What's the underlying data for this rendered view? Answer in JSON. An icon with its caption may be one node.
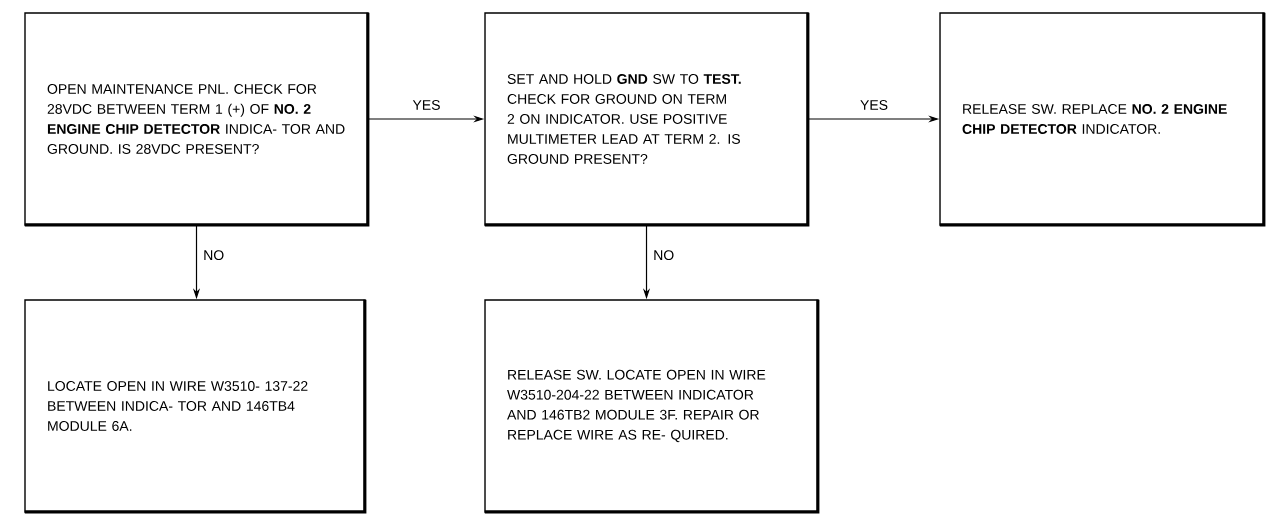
{
  "diagram": {
    "nodes": [
      {
        "text": [
          "OPEN MAINTENANCE PNL. CHECK FOR 28VDC BETWEEN TERM 1 (+) OF **NO. 2 ENGINE CHIP DETECTOR** INDICA- TOR AND GROUND. IS 28VDC PRESENT?"
        ]
      },
      {
        "text": [
          "SET AND HOLD **GND** SW TO **TEST.** CHECK FOR GROUND ON TERM 2 ON INDICATOR. USE POSITIVE MULTIMETER LEAD AT TERM 2. IS GROUND PRESENT?"
        ]
      },
      {
        "text": [
          "RELEASE SW. REPLACE **NO. 2 ENGINE CHIP DETECTOR** INDICATOR."
        ]
      },
      {
        "text": [
          "LOCATE OPEN IN WIRE W3510- 137-22 BETWEEN INDICA- TOR AND 146TB4 MODULE 6A."
        ]
      },
      {
        "text": [
          "RELEASE SW. LOCATE OPEN IN WIRE W3510-204-22 BETWEEN INDICATOR AND 146TB2 MODULE 3F. REPAIR OR REPLACE WIRE AS RE- QUIRED."
        ]
      }
    ],
    "edges": [
      {
        "from": 0,
        "to": 1,
        "arrow": "to",
        "label": "YES"
      },
      {
        "from": 1,
        "to": 2,
        "arrow": "to",
        "label": "YES"
      },
      {
        "from": 0,
        "to": 3,
        "arrow": "to",
        "label": "NO"
      },
      {
        "from": 1,
        "to": 4,
        "arrow": "to",
        "label": "NO"
      }
    ]
  }
}
